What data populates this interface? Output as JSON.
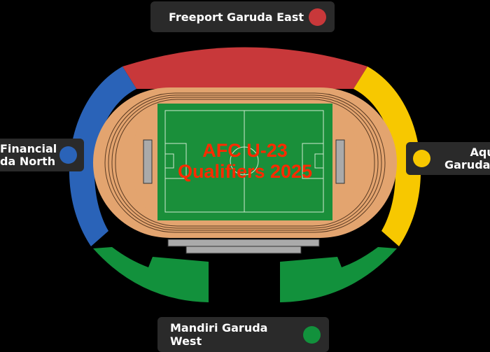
{
  "sections": {
    "east": {
      "label": "Freeport Garuda East",
      "color": "#c8383a"
    },
    "north": {
      "label_line1": "Financial",
      "label_line2": "da North",
      "color": "#2a63b8"
    },
    "south": {
      "label_line1": "Aqua",
      "label_line2": "Garuda S",
      "color": "#f7c800"
    },
    "west": {
      "label": "Mandiri Garuda West",
      "color": "#12913c"
    }
  },
  "overlay": {
    "line1": "AFC U-23",
    "line2": "Qualifiers 2025",
    "color": "#ff2a00"
  }
}
